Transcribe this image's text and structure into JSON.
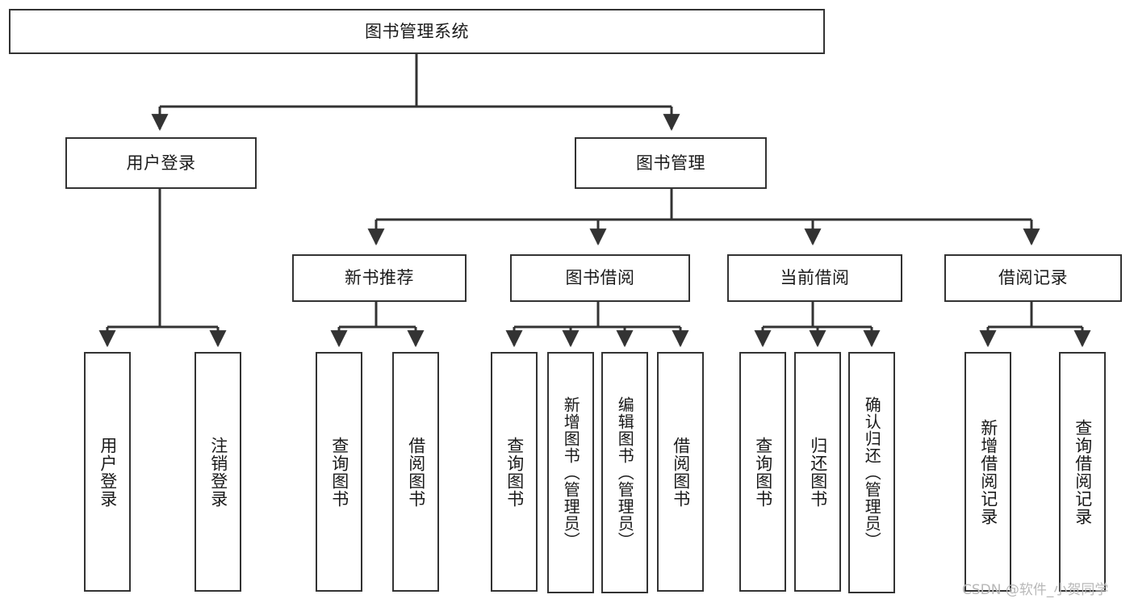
{
  "diagram": {
    "title": "图书管理系统",
    "type": "tree",
    "root": {
      "id": "root",
      "label": "图书管理系统"
    },
    "level2": [
      {
        "id": "user-login",
        "label": "用户登录"
      },
      {
        "id": "book-management",
        "label": "图书管理"
      }
    ],
    "level3": [
      {
        "id": "new-book-recommend",
        "label": "新书推荐",
        "parent": "book-management"
      },
      {
        "id": "book-borrow",
        "label": "图书借阅",
        "parent": "book-management"
      },
      {
        "id": "current-borrow",
        "label": "当前借阅",
        "parent": "book-management"
      },
      {
        "id": "borrow-record",
        "label": "借阅记录",
        "parent": "book-management"
      }
    ],
    "leaves": [
      {
        "id": "leaf-user-login",
        "label": "用户登录",
        "parent": "user-login"
      },
      {
        "id": "leaf-logout-login",
        "label": "注销登录",
        "parent": "user-login"
      },
      {
        "id": "leaf-query-book-1",
        "label": "查询图书",
        "parent": "new-book-recommend"
      },
      {
        "id": "leaf-borrow-book-1",
        "label": "借阅图书",
        "parent": "new-book-recommend"
      },
      {
        "id": "leaf-query-book-2",
        "label": "查询图书",
        "parent": "book-borrow"
      },
      {
        "id": "leaf-add-book",
        "label": "新增图书（管理员）",
        "parent": "book-borrow"
      },
      {
        "id": "leaf-edit-book",
        "label": "编辑图书（管理员）",
        "parent": "book-borrow"
      },
      {
        "id": "leaf-borrow-book-2",
        "label": "借阅图书",
        "parent": "book-borrow"
      },
      {
        "id": "leaf-query-book-3",
        "label": "查询图书",
        "parent": "current-borrow"
      },
      {
        "id": "leaf-return-book",
        "label": "归还图书",
        "parent": "current-borrow"
      },
      {
        "id": "leaf-confirm-return",
        "label": "确认归还（管理员）",
        "parent": "current-borrow"
      },
      {
        "id": "leaf-add-borrow-record",
        "label": "新增借阅记录",
        "parent": "borrow-record"
      },
      {
        "id": "leaf-query-borrow-record",
        "label": "查询借阅记录",
        "parent": "borrow-record"
      }
    ],
    "colors": {
      "stroke": "#333333",
      "fill": "#ffffff",
      "text": "#1a1a1a",
      "watermark": "#b8b8b8"
    }
  },
  "watermark": {
    "text": "CSDN @软件_小贺同学"
  }
}
